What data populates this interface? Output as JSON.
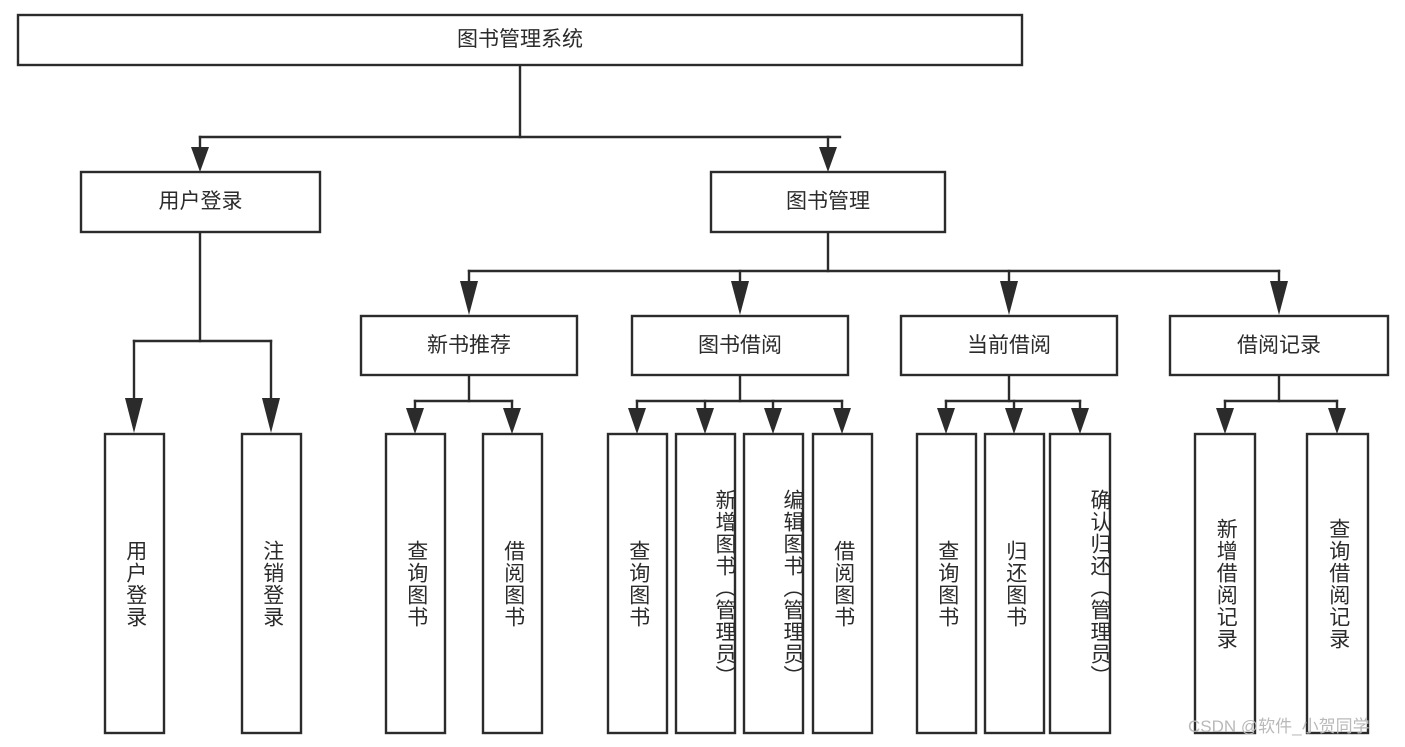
{
  "diagram": {
    "title": "图书管理系统",
    "type": "hierarchy-tree",
    "watermark": "CSDN @软件_小贺同学",
    "colors": {
      "stroke": "#2b2b2b",
      "fill": "#ffffff",
      "text": "#2b2b2b",
      "watermark": "#b9b9b9"
    },
    "levels": {
      "root": "图书管理系统",
      "level2": [
        "用户登录",
        "图书管理"
      ],
      "level3": [
        "新书推荐",
        "图书借阅",
        "当前借阅",
        "借阅记录"
      ]
    },
    "nodes": {
      "root": {
        "label": "图书管理系统"
      },
      "user_login": {
        "label": "用户登录"
      },
      "book_mgmt": {
        "label": "图书管理"
      },
      "new_book_rec": {
        "label": "新书推荐"
      },
      "book_borrow": {
        "label": "图书借阅"
      },
      "current_borrow": {
        "label": "当前借阅"
      },
      "borrow_record": {
        "label": "借阅记录"
      },
      "leaf_user_login": {
        "label": "用户登录"
      },
      "leaf_logout": {
        "label": "注销登录"
      },
      "leaf_query_book_1": {
        "label": "查询图书"
      },
      "leaf_borrow_book_1": {
        "label": "借阅图书"
      },
      "leaf_query_book_2": {
        "label": "查询图书"
      },
      "leaf_add_book": {
        "label": "新增图书（管理员）"
      },
      "leaf_edit_book": {
        "label": "编辑图书（管理员）"
      },
      "leaf_borrow_book_2": {
        "label": "借阅图书"
      },
      "leaf_query_book_3": {
        "label": "查询图书"
      },
      "leaf_return_book": {
        "label": "归还图书"
      },
      "leaf_confirm_return": {
        "label": "确认归还（管理员）"
      },
      "leaf_add_record": {
        "label": "新增借阅记录"
      },
      "leaf_query_record": {
        "label": "查询借阅记录"
      }
    },
    "edges": [
      {
        "from": "root",
        "to": "user_login"
      },
      {
        "from": "root",
        "to": "book_mgmt"
      },
      {
        "from": "user_login",
        "to": "leaf_user_login"
      },
      {
        "from": "user_login",
        "to": "leaf_logout"
      },
      {
        "from": "book_mgmt",
        "to": "new_book_rec"
      },
      {
        "from": "book_mgmt",
        "to": "book_borrow"
      },
      {
        "from": "book_mgmt",
        "to": "current_borrow"
      },
      {
        "from": "book_mgmt",
        "to": "borrow_record"
      },
      {
        "from": "new_book_rec",
        "to": "leaf_query_book_1"
      },
      {
        "from": "new_book_rec",
        "to": "leaf_borrow_book_1"
      },
      {
        "from": "book_borrow",
        "to": "leaf_query_book_2"
      },
      {
        "from": "book_borrow",
        "to": "leaf_add_book"
      },
      {
        "from": "book_borrow",
        "to": "leaf_edit_book"
      },
      {
        "from": "book_borrow",
        "to": "leaf_borrow_book_2"
      },
      {
        "from": "current_borrow",
        "to": "leaf_query_book_3"
      },
      {
        "from": "current_borrow",
        "to": "leaf_return_book"
      },
      {
        "from": "current_borrow",
        "to": "leaf_confirm_return"
      },
      {
        "from": "borrow_record",
        "to": "leaf_add_record"
      },
      {
        "from": "borrow_record",
        "to": "leaf_query_record"
      }
    ]
  }
}
